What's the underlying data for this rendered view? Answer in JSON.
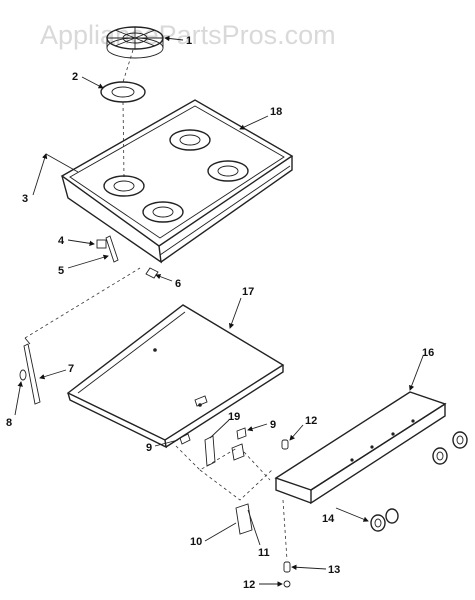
{
  "watermark": "AppliancePartsPros.com",
  "callouts": {
    "c1": "1",
    "c2": "2",
    "c3": "3",
    "c4": "4",
    "c5": "5",
    "c6": "6",
    "c7": "7",
    "c8": "8",
    "c9a": "9",
    "c9b": "9",
    "c10": "10",
    "c11": "11",
    "c12a": "12",
    "c12b": "12",
    "c13": "13",
    "c14": "14",
    "c16": "16",
    "c17": "17",
    "c18": "18",
    "c19": "19"
  }
}
